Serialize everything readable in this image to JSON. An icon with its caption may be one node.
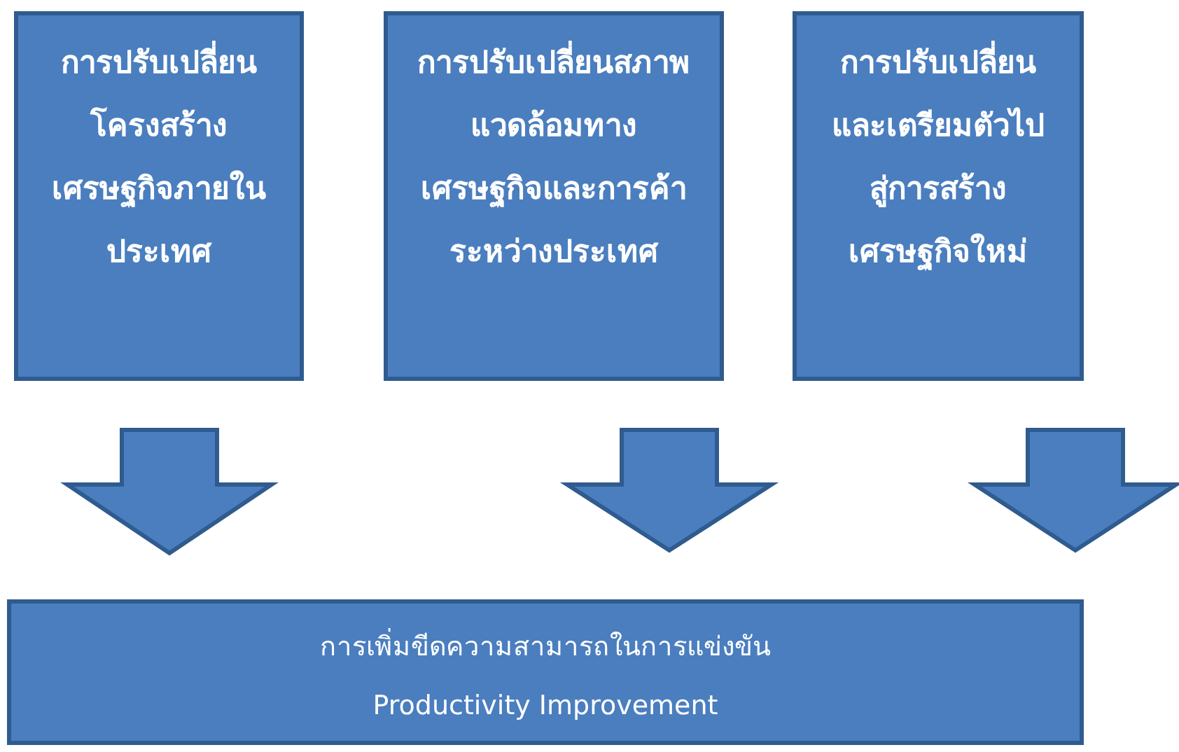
{
  "diagram": {
    "nodes": [
      {
        "text": [
          "การปรับเปลี่ยนโครงสร้างเศรษฐกิจภายในประเทศ"
        ]
      },
      {
        "text": [
          "การปรับเปลี่ยนสภาพแวดล้อมทางเศรษฐกิจและการค้าระหว่างประเทศ"
        ]
      },
      {
        "text": [
          "การปรับเปลี่ยนและเตรียมตัวไปสู่การสร้างเศรษฐกิจใหม่"
        ]
      },
      {
        "text": [
          "การเพิ่มขีดความสามารถในการแข่งขัน",
          "Productivity Improvement"
        ]
      }
    ],
    "edges": [
      {
        "from": 0,
        "to": 3,
        "arrow": "to"
      },
      {
        "from": 1,
        "to": 3,
        "arrow": "to"
      },
      {
        "from": 2,
        "to": 3,
        "arrow": "to"
      }
    ]
  }
}
